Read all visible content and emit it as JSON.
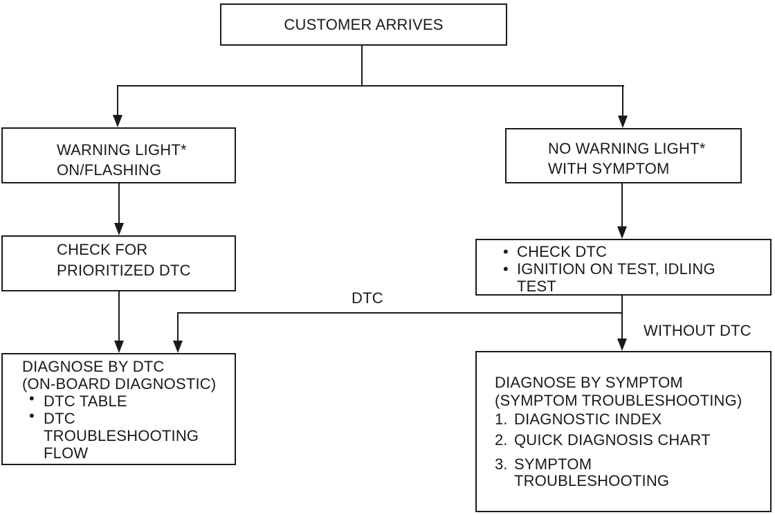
{
  "diagram": {
    "type": "flowchart",
    "colors": {
      "ink": "#1a1a1a",
      "background": "#ffffff"
    },
    "nodes": {
      "customer_arrives": {
        "label": "CUSTOMER ARRIVES"
      },
      "warning_light": {
        "line1": "WARNING LIGHT*",
        "line2": "ON/FLASHING"
      },
      "no_warning_light": {
        "line1": "NO WARNING LIGHT*",
        "line2": "WITH SYMPTOM"
      },
      "check_prioritized_dtc": {
        "line1": "CHECK FOR",
        "line2": "PRIORITIZED DTC"
      },
      "check_dtc_tests": {
        "bullet1": {
          "marker": "•",
          "line1": "CHECK DTC"
        },
        "bullet2": {
          "marker": "•",
          "line1": "IGNITION ON TEST, IDLING",
          "line2": "TEST"
        }
      },
      "diagnose_by_dtc": {
        "title1": "DIAGNOSE BY DTC",
        "title2": "(ON-BOARD DIAGNOSTIC)",
        "bullet1": {
          "marker": "•",
          "line1": "DTC TABLE"
        },
        "bullet2": {
          "marker": "•",
          "line1": "DTC",
          "line2": "TROUBLESHOOTING",
          "line3": "FLOW"
        }
      },
      "diagnose_by_symptom": {
        "title1": "DIAGNOSE BY SYMPTOM",
        "title2": "(SYMPTOM TROUBLESHOOTING)",
        "item1": {
          "marker": "1.",
          "line1": "DIAGNOSTIC INDEX"
        },
        "item2": {
          "marker": "2.",
          "line1": "QUICK DIAGNOSIS CHART"
        },
        "item3": {
          "marker": "3.",
          "line1": "SYMPTOM",
          "line2": "TROUBLESHOOTING"
        }
      }
    },
    "edge_labels": {
      "dtc": "DTC",
      "without_dtc": "WITHOUT DTC"
    }
  }
}
